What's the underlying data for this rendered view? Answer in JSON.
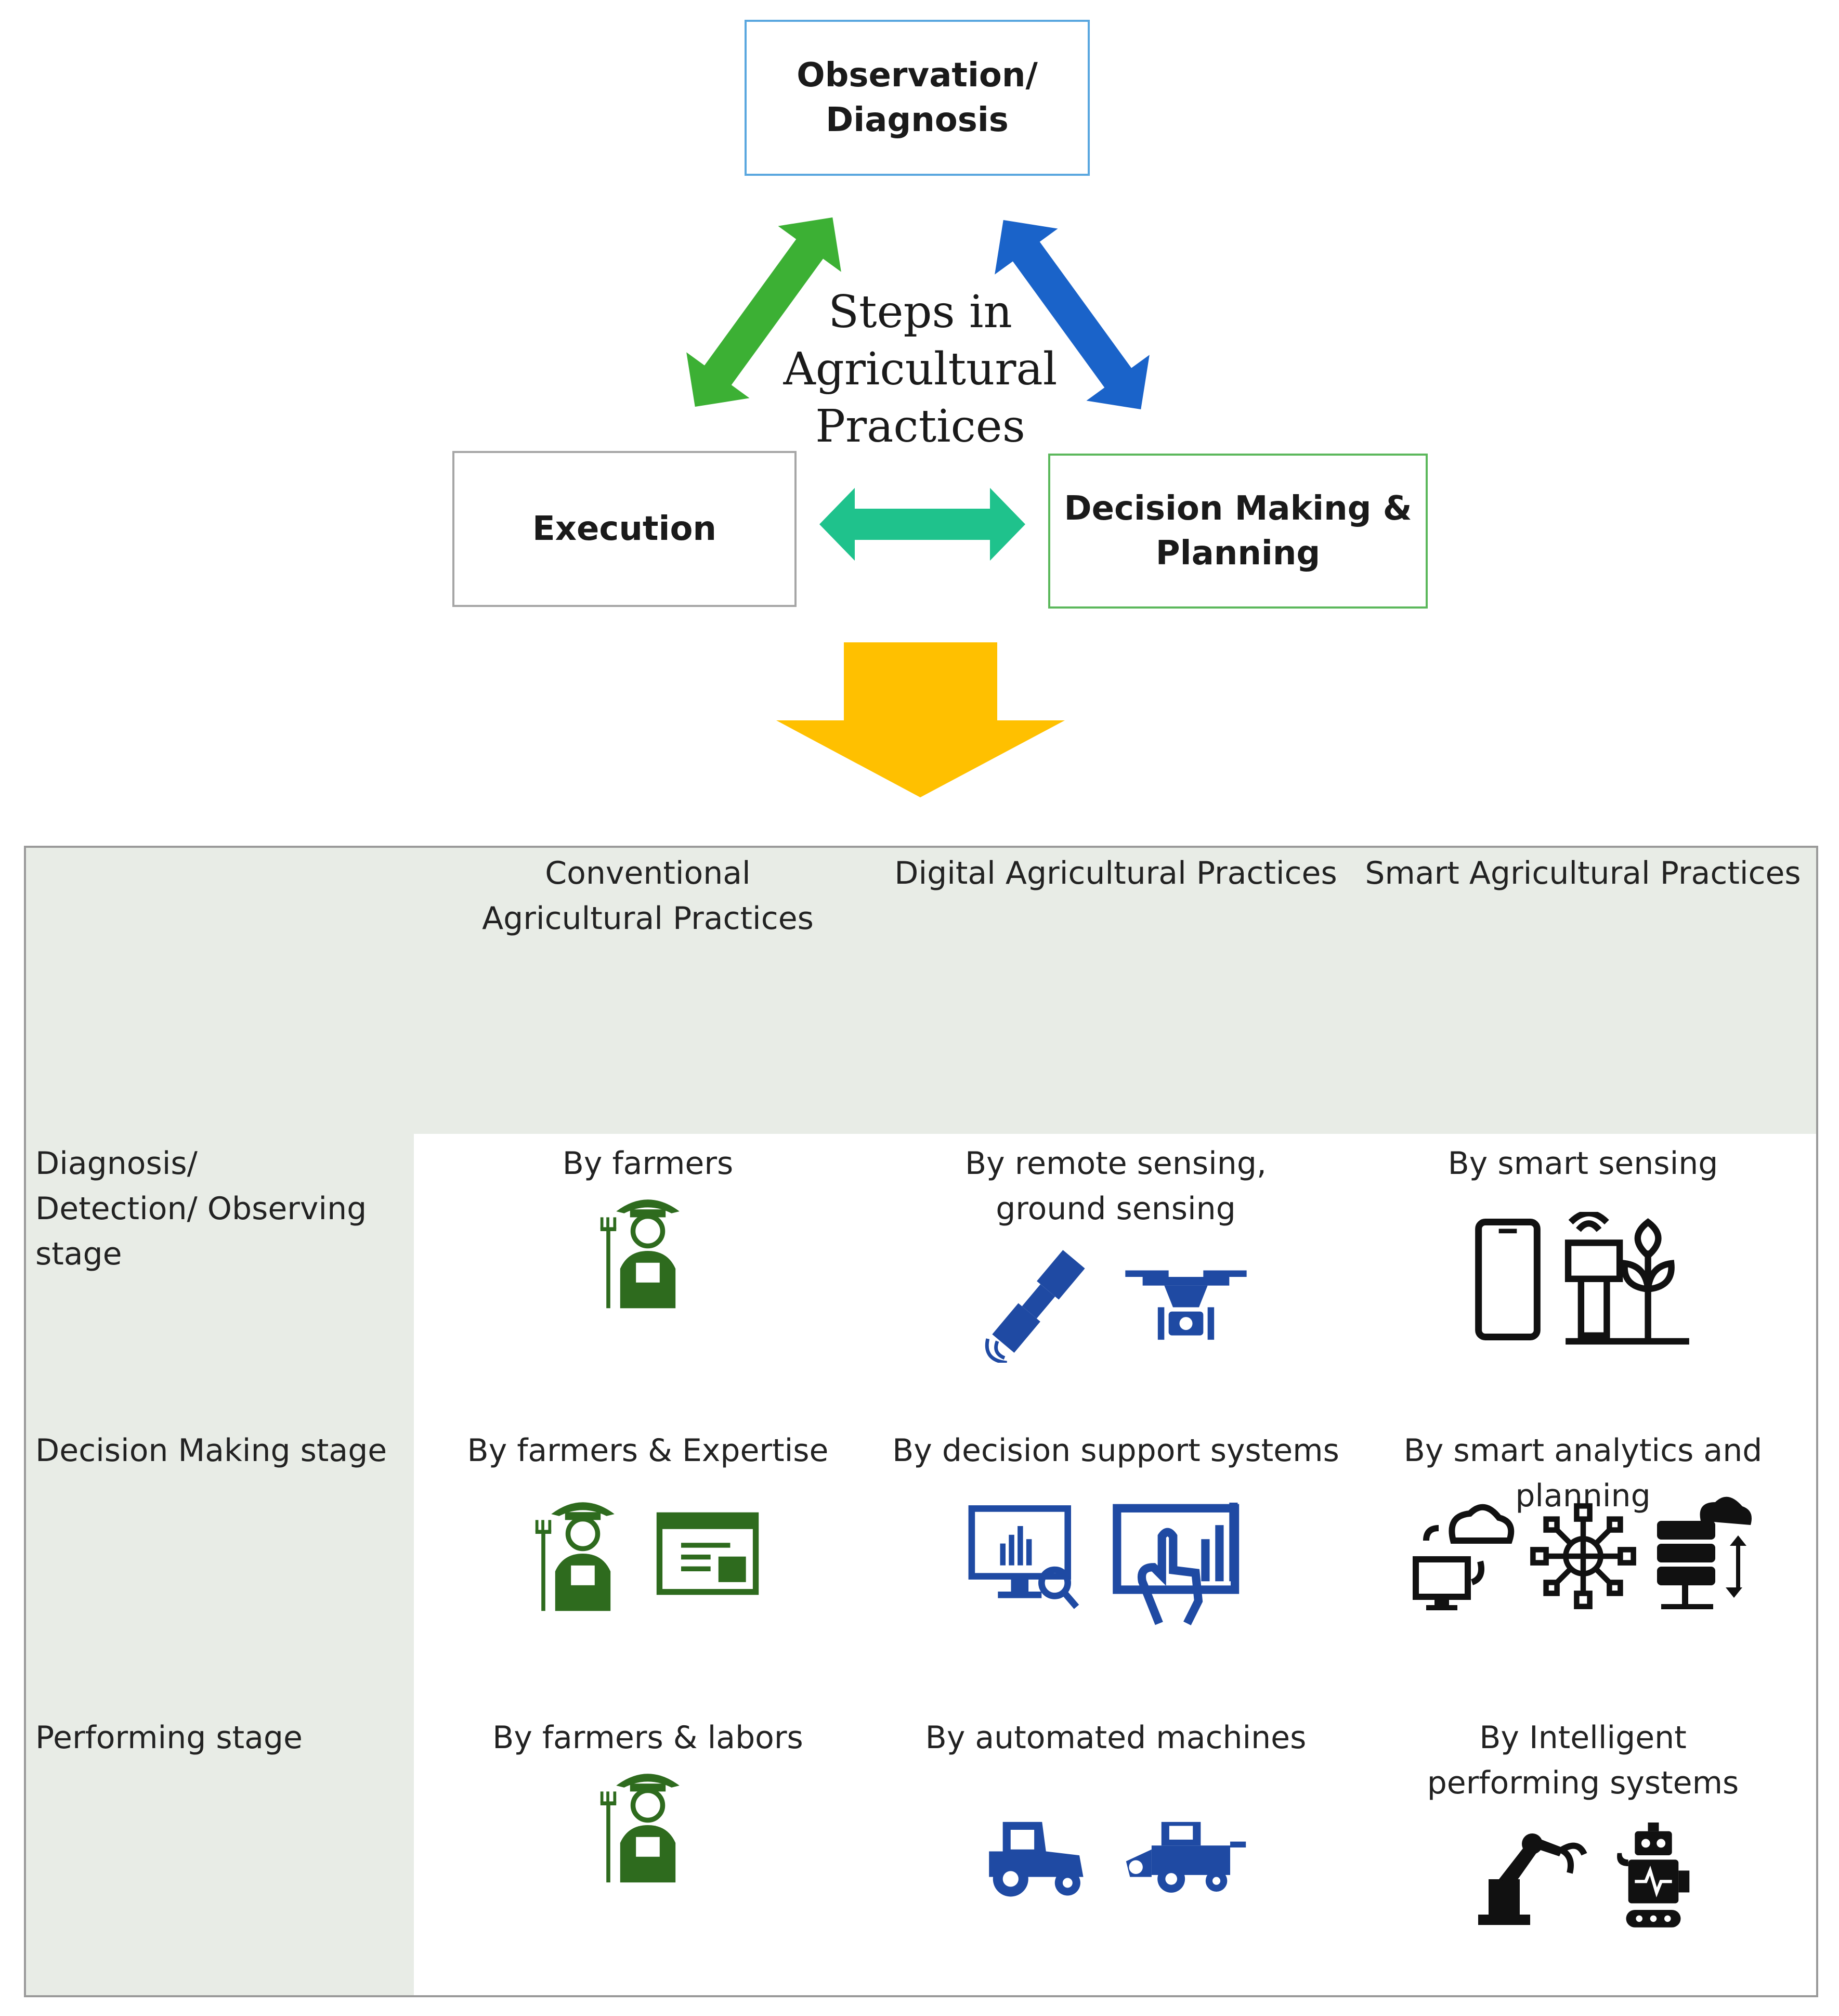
{
  "cycle": {
    "center_title": [
      "Steps in",
      "Agricultural",
      "Practices"
    ],
    "observation": [
      "Observation/",
      "Diagnosis"
    ],
    "execution": "Execution",
    "decision": [
      "Decision Making &",
      "Planning"
    ],
    "colors": {
      "left_arrow": "#3cb034",
      "right_arrow": "#1a63c9",
      "bottom_arrow": "#1fc28c",
      "down_arrow": "#ffc000"
    }
  },
  "table": {
    "columns": [
      "Conventional Agricultural Practices",
      "Digital Agricultural Practices",
      "Smart Agricultural Practices"
    ],
    "rows": [
      {
        "label": "Diagnosis/ Detection/ Observing stage",
        "cells": [
          "By farmers",
          "By remote sensing, ground sensing",
          "By smart sensing"
        ],
        "icons": [
          [
            "farmer-icon"
          ],
          [
            "satellite-icon",
            "drone-icon"
          ],
          [
            "smartphone-icon",
            "sensor-icon",
            "plant-icon"
          ]
        ]
      },
      {
        "label": "Decision Making stage",
        "cells": [
          "By farmers & Expertise",
          "By decision support systems",
          "By smart analytics and planning"
        ],
        "icons": [
          [
            "farmer-icon",
            "web-document-icon"
          ],
          [
            "analytics-monitor-icon",
            "touch-chart-icon"
          ],
          [
            "cloud-computer-icon",
            "network-globe-icon",
            "cloud-database-icon"
          ]
        ]
      },
      {
        "label": "Performing stage",
        "cells": [
          "By farmers & labors",
          "By automated machines",
          "By Intelligent performing systems"
        ],
        "icons": [
          [
            "farmer-icon"
          ],
          [
            "tractor-icon",
            "harvester-icon"
          ],
          [
            "robot-arm-icon",
            "robot-icon"
          ]
        ]
      }
    ],
    "colors": {
      "conventional": "#2e6b1e",
      "digital": "#1f4aa3",
      "smart": "#111111",
      "header_bg": "#e8ece6"
    }
  }
}
